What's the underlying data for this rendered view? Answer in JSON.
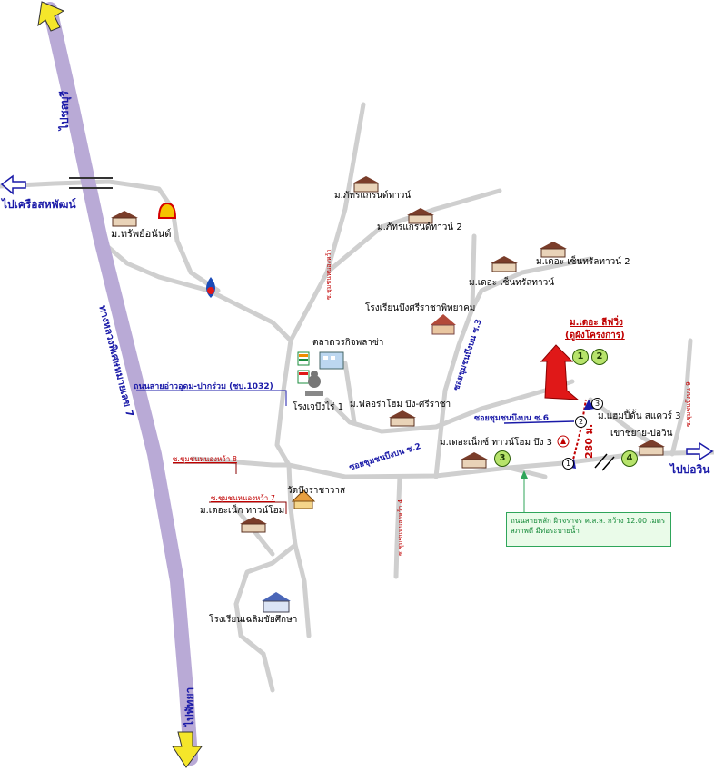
{
  "directions": {
    "north": "ไปชลบุรี",
    "west": "ไปเครือสหพัฒน์",
    "east": "ไปบ่อวิน",
    "south": "ไปพัทยา"
  },
  "highway_label": "ทางหลวงพิเศษหมายเลข 7",
  "roads": {
    "main_road": "ถนนสายอ่าวอุดม-ปากร่วม (ชบ.1032)",
    "soi_6": "ซอยชุมชนบึงบน ซ.6",
    "soi_2": "ซอยชุมชนบึงบน ซ.2",
    "soi_3": "ซอยชุมชนบึงบน ซ.3",
    "soi_4": "ซ.ชุมชนหนองหว้า 4",
    "soi_nw": "ซ.ชุมชนหนองหว้า",
    "soi_9": "ซ.ชุมชนบึงบน 9",
    "nongwa_8": "ซ.ชุมชนหนองหว้า 8",
    "nongwa_7": "ซ.ชุมชนหนองหว้า 7"
  },
  "places": {
    "sapnun": "ม.ทรัพย์อนันต์",
    "pattra1": "ม.ภัทรแกรนด์ทาวน์",
    "pattra2": "ม.ภัทรแกรนด์ทาวน์ 2",
    "central2": "ม.เดอะ เซ็นทรัลทาวน์ 2",
    "central": "ม.เดอะ เซ็นทรัลทาวน์",
    "school_bb": "โรงเรียนบึงศรีราชาพิทยาคม",
    "market": "ตลาดวรกิจพลาซ่า",
    "shrine": "โรงเจบึงไร่ 1",
    "flora": "ม.ฟลอร่าโฮม บึง-ศรีราชา",
    "next3": "ม.เดอะเน็กซ์ ทาวน์โฮม บึง 3",
    "wat": "วัดบึงราชาวาส",
    "next_town": "ม.เดอะเน็ก ทาวน์โฮม",
    "school_chalerm": "โรงเรียนเฉลิมชัยศึกษา",
    "sermsuk": "ม.แฮมปี้ดั้น สแควร์ 3",
    "khaoyai": "เขาชยาย-บ่อวิน",
    "project_name": "ม.เดอะ ลีฟวิ่ง",
    "project_sub": "(ดูผังโครงการ)"
  },
  "distance": "280 ม.",
  "note_text": "ถนนสายหลัก ผิวจราจร ค.ส.ล. กว้าง 12.00 เมตร สภาพดี มีท่อระบายน้ำ",
  "markers": {
    "c1": "1",
    "c2": "2",
    "c3": "3",
    "c4": "4",
    "s1": "1",
    "s2": "2",
    "s3": "3"
  },
  "colors": {
    "highway": "#b9aad6",
    "road": "#cfcfcf",
    "arrow_yellow": "#f5e62a",
    "route_blue": "#1a1aa8",
    "project_red": "#e01818",
    "label_red": "#c00000"
  }
}
